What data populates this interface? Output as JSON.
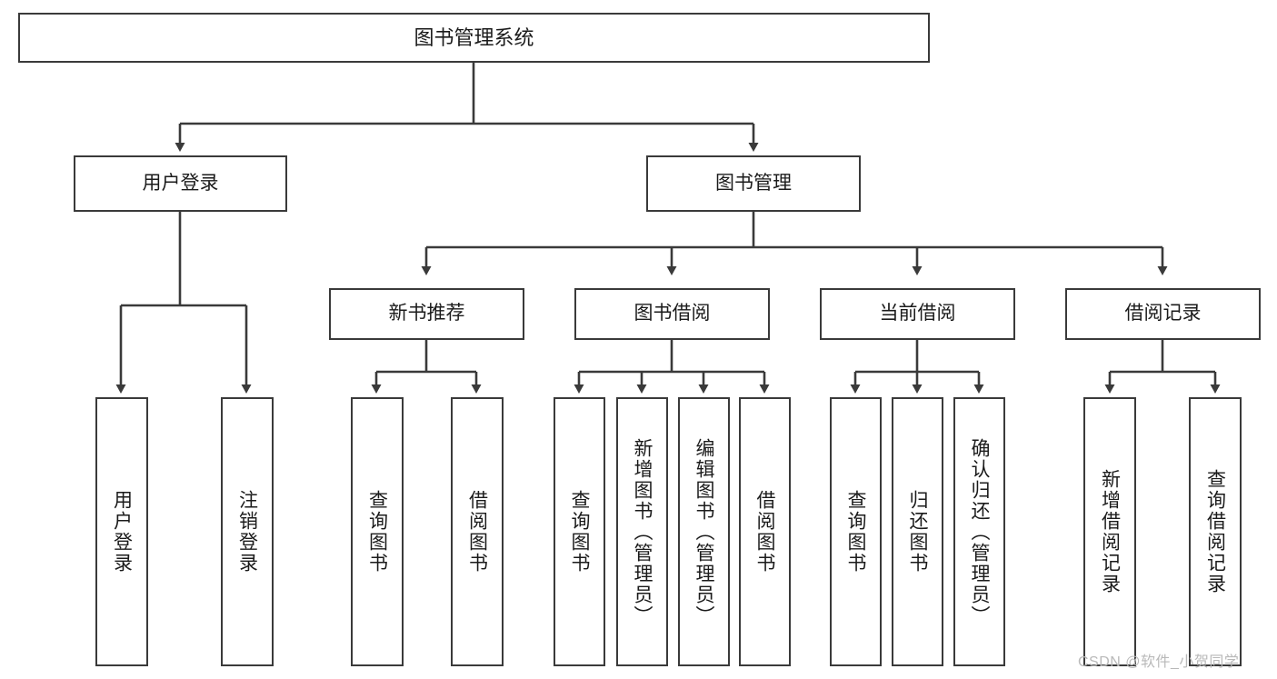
{
  "diagram": {
    "title": "图书管理系统",
    "type": "tree-hierarchy-diagram",
    "orientation": "top-down",
    "colors": {
      "node_border": "#3a3a3a",
      "node_fill": "#ffffff",
      "connector": "#3a3a3a",
      "text": "#1b1b1b",
      "watermark": "#b9b9b9",
      "background": "#ffffff"
    }
  },
  "root": {
    "label": "图书管理系统"
  },
  "level2": [
    {
      "label": "用户登录"
    },
    {
      "label": "图书管理"
    }
  ],
  "level3": [
    {
      "label": "新书推荐"
    },
    {
      "label": "图书借阅"
    },
    {
      "label": "当前借阅"
    },
    {
      "label": "借阅记录"
    }
  ],
  "leaves": {
    "user_login": [
      {
        "label": "用户登录"
      },
      {
        "label": "注销登录"
      }
    ],
    "new_book_recommend": [
      {
        "label": "查询图书"
      },
      {
        "label": "借阅图书"
      }
    ],
    "book_borrow": [
      {
        "label": "查询图书"
      },
      {
        "label": "新增图书（管理员）"
      },
      {
        "label": "编辑图书（管理员）"
      },
      {
        "label": "借阅图书"
      }
    ],
    "current_borrow": [
      {
        "label": "查询图书"
      },
      {
        "label": "归还图书"
      },
      {
        "label": "确认归还（管理员）"
      }
    ],
    "borrow_record": [
      {
        "label": "新增借阅记录"
      },
      {
        "label": "查询借阅记录"
      }
    ]
  },
  "watermark": {
    "text": "CSDN @软件_小贺同学"
  }
}
